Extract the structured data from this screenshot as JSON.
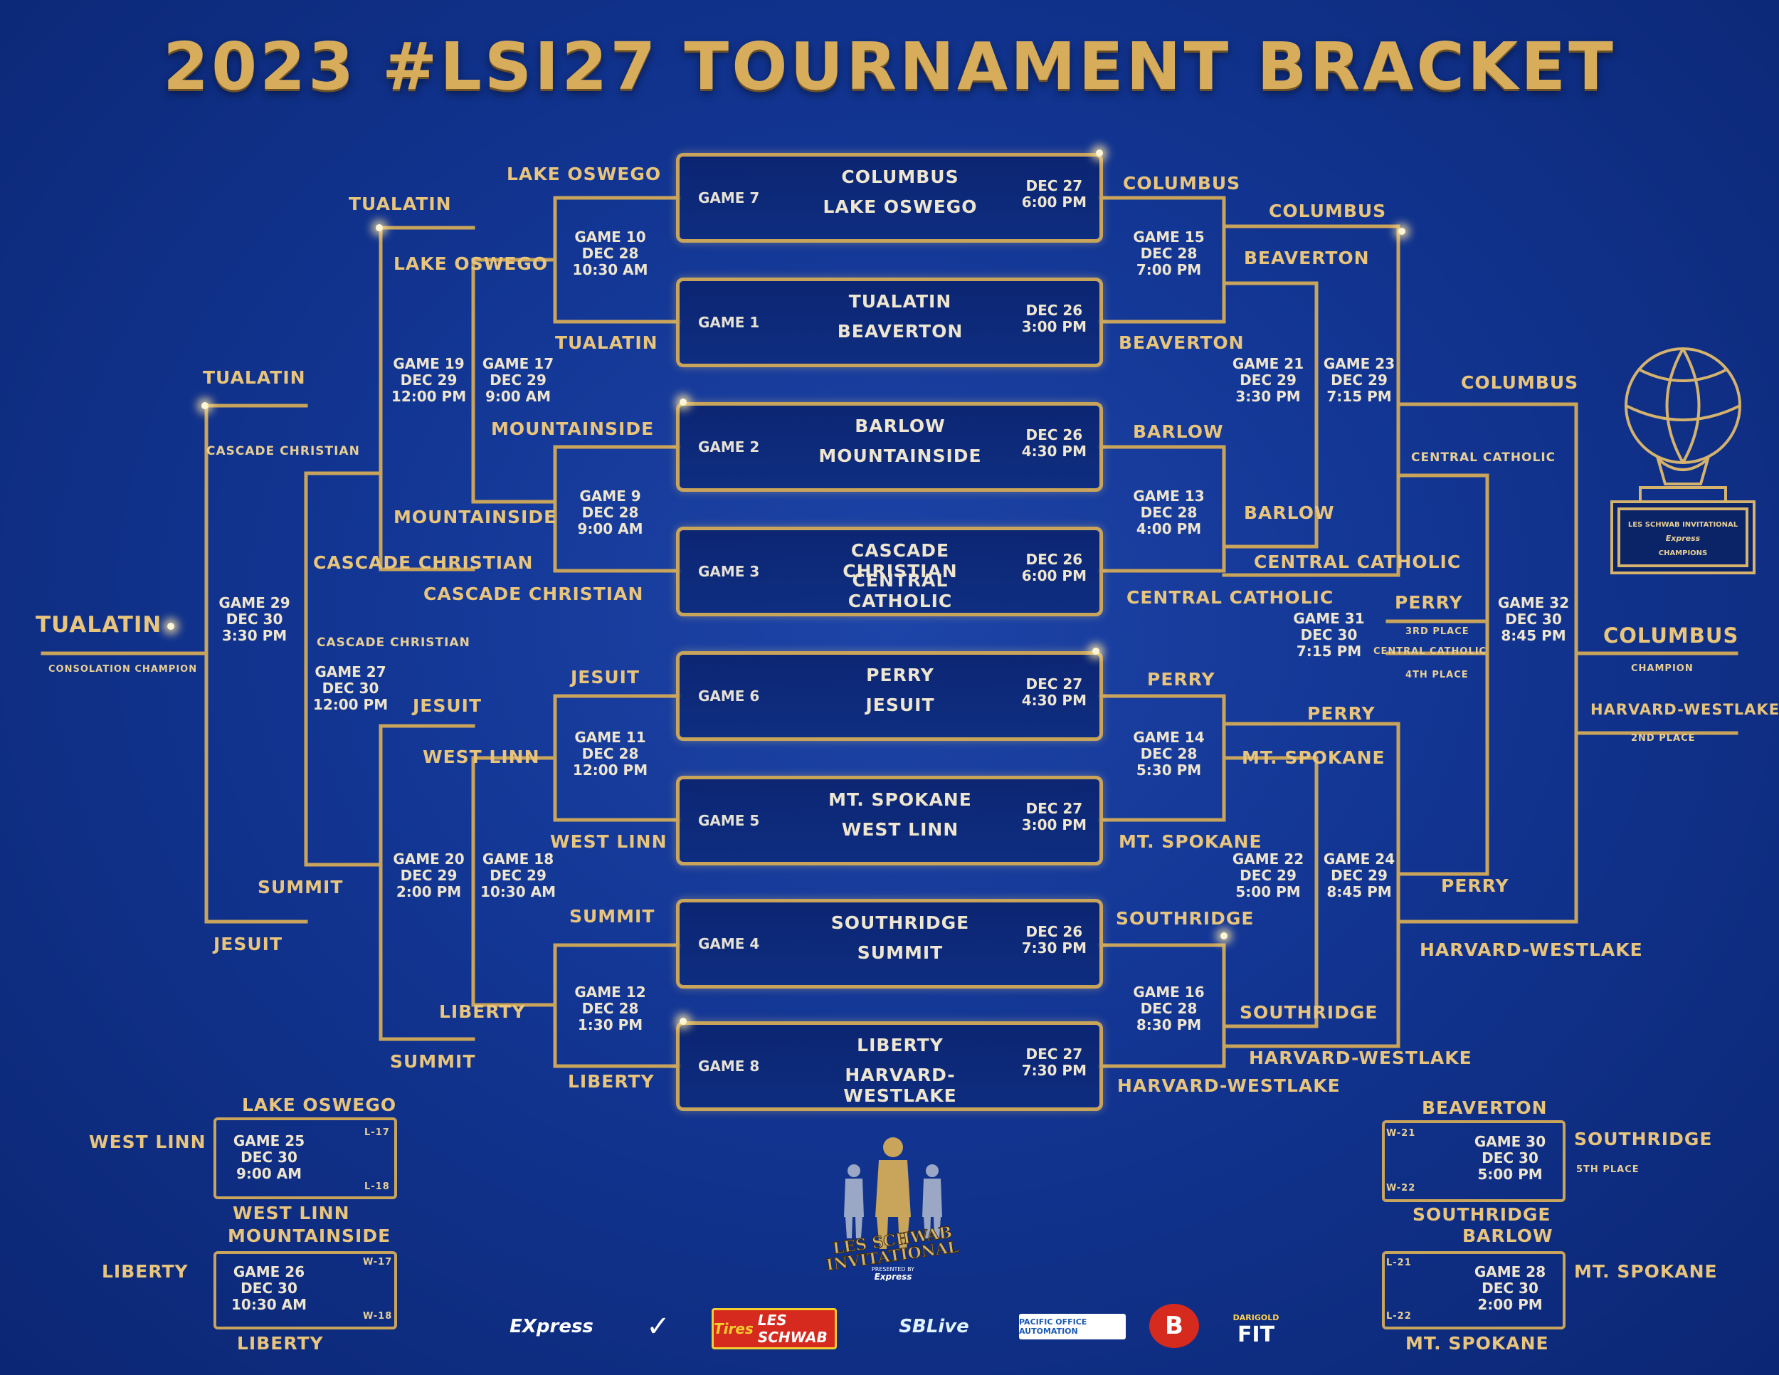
{
  "title": "2023 #LSI27 TOURNAMENT BRACKET",
  "games": [
    {
      "label": "GAME 7",
      "team1": "COLUMBUS",
      "team2": "LAKE OSWEGO",
      "date": "DEC 27",
      "time": "6:00 PM"
    },
    {
      "label": "GAME 1",
      "team1": "TUALATIN",
      "team2": "BEAVERTON",
      "date": "DEC 26",
      "time": "3:00 PM"
    },
    {
      "label": "GAME 2",
      "team1": "BARLOW",
      "team2": "MOUNTAINSIDE",
      "date": "DEC 26",
      "time": "4:30 PM"
    },
    {
      "label": "GAME 3",
      "team1": "CASCADE CHRISTIAN",
      "team2": "CENTRAL CATHOLIC",
      "date": "DEC 26",
      "time": "6:00 PM"
    },
    {
      "label": "GAME 6",
      "team1": "PERRY",
      "team2": "JESUIT",
      "date": "DEC 27",
      "time": "4:30 PM"
    },
    {
      "label": "GAME 5",
      "team1": "MT. SPOKANE",
      "team2": "WEST LINN",
      "date": "DEC 27",
      "time": "3:00 PM"
    },
    {
      "label": "GAME 4",
      "team1": "SOUTHRIDGE",
      "team2": "SUMMIT",
      "date": "DEC 26",
      "time": "7:30 PM"
    },
    {
      "label": "GAME 8",
      "team1": "LIBERTY",
      "team2": "HARVARD-WESTLAKE",
      "date": "DEC 27",
      "time": "7:30 PM"
    }
  ],
  "game_info": {
    "g10": [
      "GAME 10",
      "DEC 28",
      "10:30 AM"
    ],
    "g9": [
      "GAME 9",
      "DEC 28",
      "9:00 AM"
    ],
    "g11": [
      "GAME 11",
      "DEC 28",
      "12:00 PM"
    ],
    "g12": [
      "GAME 12",
      "DEC 28",
      "1:30 PM"
    ],
    "g15": [
      "GAME 15",
      "DEC 28",
      "7:00 PM"
    ],
    "g13": [
      "GAME 13",
      "DEC 28",
      "4:00 PM"
    ],
    "g14": [
      "GAME 14",
      "DEC 28",
      "5:30 PM"
    ],
    "g16": [
      "GAME 16",
      "DEC 28",
      "8:30 PM"
    ],
    "g17": [
      "GAME 17",
      "DEC 29",
      "9:00 AM"
    ],
    "g19": [
      "GAME 19",
      "DEC 29",
      "12:00 PM"
    ],
    "g18": [
      "GAME 18",
      "DEC 29",
      "10:30 AM"
    ],
    "g20": [
      "GAME 20",
      "DEC 29",
      "2:00 PM"
    ],
    "g21": [
      "GAME 21",
      "DEC 29",
      "3:30 PM"
    ],
    "g23": [
      "GAME 23",
      "DEC 29",
      "7:15 PM"
    ],
    "g22": [
      "GAME 22",
      "DEC 29",
      "5:00 PM"
    ],
    "g24": [
      "GAME 24",
      "DEC 29",
      "8:45 PM"
    ],
    "g27": [
      "GAME 27",
      "DEC 30",
      "12:00 PM"
    ],
    "g29": [
      "GAME 29",
      "DEC 30",
      "3:30 PM"
    ],
    "g31": [
      "GAME 31",
      "DEC 30",
      "7:15 PM"
    ],
    "g32": [
      "GAME 32",
      "DEC 30",
      "8:45 PM"
    ],
    "g25": [
      "GAME 25",
      "DEC 30",
      "9:00 AM"
    ],
    "g26": [
      "GAME 26",
      "DEC 30",
      "10:30 AM"
    ],
    "g30": [
      "GAME 30",
      "DEC 30",
      "5:00 PM"
    ],
    "g28": [
      "GAME 28",
      "DEC 30",
      "2:00 PM"
    ]
  },
  "left_labels": {
    "lake_oswego_top": "LAKE OSWEGO",
    "tualatin_r2": "TUALATIN",
    "lake_oswego_r2": "LAKE OSWEGO",
    "tualatin_g1": "TUALATIN",
    "tualatin_r3": "TUALATIN",
    "cascade_christian_small": "CASCADE CHRISTIAN",
    "mountainside_g2": "MOUNTAINSIDE",
    "mountainside_r2": "MOUNTAINSIDE",
    "cascade_christian_r2": "CASCADE CHRISTIAN",
    "cascade_christian_g3": "CASCADE CHRISTIAN",
    "tualatin_final": "TUALATIN",
    "consolation_champion": "CONSOLATION CHAMPION",
    "cascade_christian_g27": "CASCADE CHRISTIAN",
    "jesuit_g6": "JESUIT",
    "jesuit_r2": "JESUIT",
    "west_linn_r2": "WEST LINN",
    "west_linn_g5": "WEST LINN",
    "summit_r3": "SUMMIT",
    "summit_g4": "SUMMIT",
    "jesuit_r3": "JESUIT",
    "liberty_r2": "LIBERTY",
    "summit_r2": "SUMMIT",
    "liberty_g8": "LIBERTY"
  },
  "right_labels": {
    "columbus_g7": "COLUMBUS",
    "columbus_r2": "COLUMBUS",
    "beaverton_r2": "BEAVERTON",
    "beaverton_g1": "BEAVERTON",
    "columbus_r3": "COLUMBUS",
    "barlow_g2": "BARLOW",
    "central_catholic_small": "CENTRAL CATHOLIC",
    "barlow_r2": "BARLOW",
    "central_catholic_r2": "CENTRAL CATHOLIC",
    "central_catholic_g3": "CENTRAL CATHOLIC",
    "perry_third": "PERRY",
    "third_place": "3RD PLACE",
    "central_catholic_fourth": "CENTRAL CATHOLIC",
    "fourth_place": "4TH PLACE",
    "columbus_final": "COLUMBUS",
    "champion": "CHAMPION",
    "harvard_final": "HARVARD-WESTLAKE",
    "second_place": "2ND PLACE",
    "perry_g6": "PERRY",
    "perry_r2": "PERRY",
    "mt_spokane_r2": "MT. SPOKANE",
    "mt_spokane_g5": "MT. SPOKANE",
    "perry_r3": "PERRY",
    "southridge_g4": "SOUTHRIDGE",
    "harvard_r3": "HARVARD-WESTLAKE",
    "southridge_r2": "SOUTHRIDGE",
    "harvard_r2": "HARVARD-WESTLAKE",
    "harvard_g8": "HARVARD-WESTLAKE"
  },
  "bottom_left": {
    "lake_oswego": "LAKE OSWEGO",
    "west_linn_win": "WEST LINN",
    "l17": "L-17",
    "l18": "L-18",
    "west_linn": "WEST LINN",
    "mountainside": "MOUNTAINSIDE",
    "liberty_win": "LIBERTY",
    "w17": "W-17",
    "w18": "W-18",
    "liberty": "LIBERTY"
  },
  "bottom_right": {
    "beaverton": "BEAVERTON",
    "w21": "W-21",
    "w22": "W-22",
    "southridge_win": "SOUTHRIDGE",
    "fifth_place": "5TH PLACE",
    "southridge": "SOUTHRIDGE",
    "barlow": "BARLOW",
    "l21": "L-21",
    "l22": "L-22",
    "mt_spokane_win": "MT. SPOKANE",
    "mt_spokane": "MT. SPOKANE"
  },
  "trophy": {
    "line1": "LES SCHWAB INVITATIONAL",
    "line2": "Express",
    "line3": "CHAMPIONS"
  },
  "logo": {
    "line1": "LES SCHWAB",
    "line2": "INVITATIONAL",
    "presented": "PRESENTED BY",
    "sponsor": "Express"
  },
  "sponsors": [
    "Express",
    "Les Schwab",
    "SBLive",
    "Pacific Office Automation",
    "Burgerville",
    "Darigold FIT"
  ],
  "sponsor_text": {
    "express": "EXpress",
    "tires": "Tires",
    "les_schwab": "LES SCHWAB",
    "sblive": "SBLive",
    "poa": "PACIFIC OFFICE AUTOMATION",
    "burgerville": "B",
    "darigold": "DARIGOLD",
    "fit": "FIT"
  },
  "colors": {
    "background": "#123592",
    "gold": "#c9a45b",
    "label": "#e9c57c",
    "text": "#efe6cf"
  }
}
